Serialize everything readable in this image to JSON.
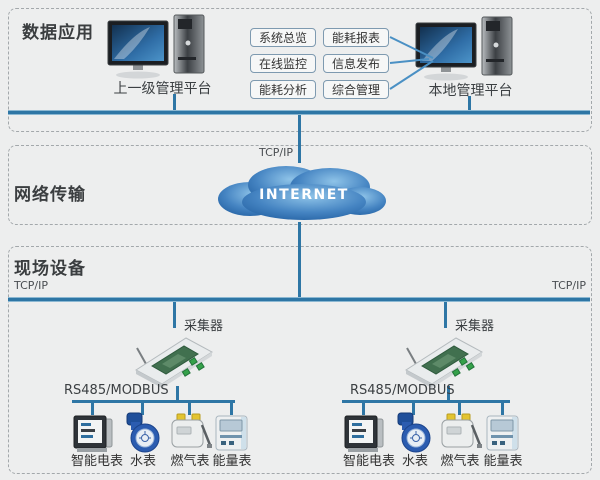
{
  "sections": {
    "data_application": "数据应用",
    "network": "网络传输",
    "field": "现场设备"
  },
  "computers": {
    "left_label": "上一级管理平台",
    "right_label": "本地管理平台"
  },
  "modules": {
    "col1": [
      "系统总览",
      "在线监控",
      "能耗分析"
    ],
    "col2": [
      "能耗报表",
      "信息发布",
      "综合管理"
    ]
  },
  "cloud_label": "INTERNET",
  "tcpip": {
    "top": "TCP/IP",
    "left": "TCP/IP",
    "right": "TCP/IP"
  },
  "collectors": {
    "left_label": "采集器",
    "right_label": "采集器"
  },
  "bus_labels": {
    "left": "RS485/MODBUS",
    "right": "RS485/MODBUS"
  },
  "meters": [
    "智能电表",
    "水表",
    "燃气表",
    "能量表"
  ],
  "colors": {
    "line": "#2e76a5",
    "line_edge": "#8cb8d2",
    "button_border": "#7e9ab0",
    "cloud_dark": "#1d5a9c",
    "cloud_light": "#8ec3e8",
    "text": "#3b3e40"
  }
}
